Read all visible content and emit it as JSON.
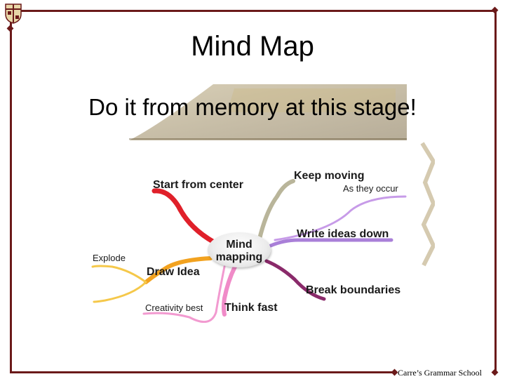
{
  "slide": {
    "title": "Mind Map",
    "subtitle": "Do it from memory at this stage!",
    "footer": "Carre’s Grammar School"
  },
  "mindmap": {
    "center": {
      "line1": "Mind",
      "line2": "mapping"
    },
    "branches": [
      {
        "label": "Start from center",
        "color": "#e0202a"
      },
      {
        "label": "Keep moving",
        "color": "#b9b59a"
      },
      {
        "label": "As they occur",
        "color": "#c79be8"
      },
      {
        "label": "Write ideas down",
        "color": "#a97fd8"
      },
      {
        "label": "Draw Idea",
        "color": "#f2a21f"
      },
      {
        "label": "Explode",
        "color": "#f5c84a"
      },
      {
        "label": "Creativity best",
        "color": "#f29ad0"
      },
      {
        "label": "Think fast",
        "color": "#f08bc8"
      },
      {
        "label": "Break boundaries",
        "color": "#8a2a6a"
      }
    ]
  },
  "colors": {
    "frame": "#6b1a1a",
    "title_text": "#000000"
  },
  "icons": {
    "crest": "school-crest-icon"
  }
}
